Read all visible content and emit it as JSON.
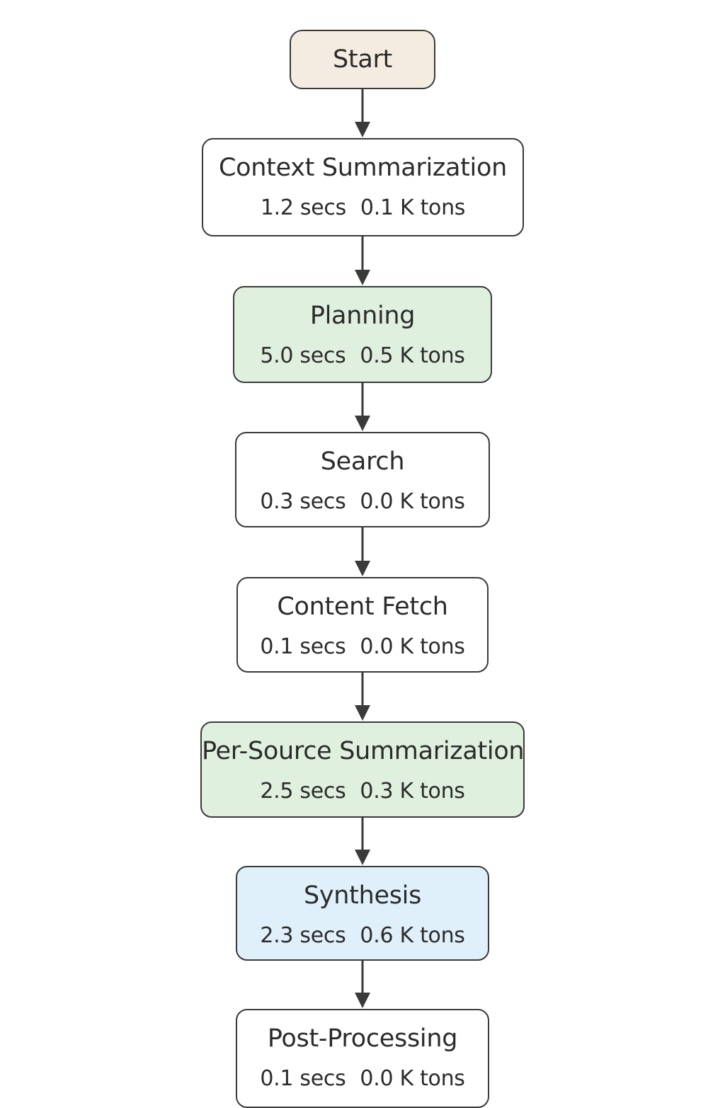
{
  "colors": {
    "start": "#f4ece0",
    "plain": "#ffffff",
    "green": "#e0f0de",
    "blue": "#e0f0fb",
    "border": "#3a3a3a",
    "text": "#2b2b2b"
  },
  "start": {
    "label": "Start",
    "color": "start"
  },
  "steps": [
    {
      "title": "Context Summarization",
      "time": "1.2 secs",
      "tokens": "0.1 K tons",
      "color": "plain"
    },
    {
      "title": "Planning",
      "time": "5.0 secs",
      "tokens": "0.5 K tons",
      "color": "green"
    },
    {
      "title": "Search",
      "time": "0.3 secs",
      "tokens": "0.0 K tons",
      "color": "plain"
    },
    {
      "title": "Content Fetch",
      "time": "0.1 secs",
      "tokens": "0.0 K tons",
      "color": "plain"
    },
    {
      "title": "Per-Source Summarization",
      "time": "2.5 secs",
      "tokens": "0.3 K tons",
      "color": "green"
    },
    {
      "title": "Synthesis",
      "time": "2.3 secs",
      "tokens": "0.6 K tons",
      "color": "blue"
    },
    {
      "title": "Post-Processing",
      "time": "0.1 secs",
      "tokens": "0.0 K tons",
      "color": "plain"
    }
  ]
}
